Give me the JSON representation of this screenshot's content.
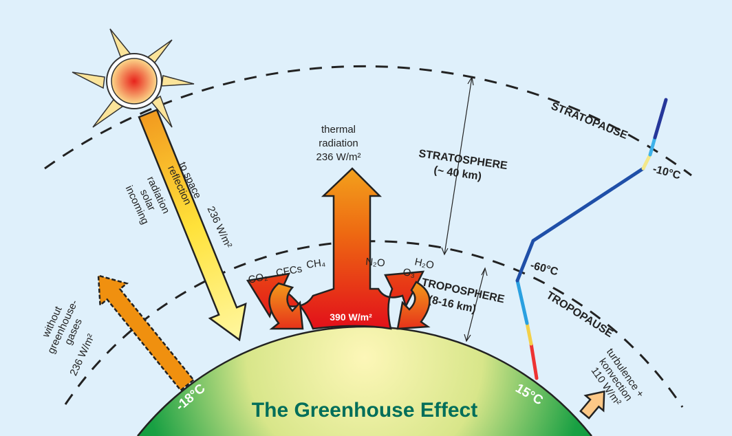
{
  "title": "The Greenhouse Effect",
  "layers": {
    "stratopause": "STRATOPAUSE",
    "stratosphere": [
      "STRATOSPHERE",
      "(~ 40 km)"
    ],
    "troposphere": [
      "TROPOSPHERE",
      "(8-16 km)"
    ],
    "tropopause": "TROPOPAUSE"
  },
  "temperatures": {
    "surface_without": "-18°C",
    "surface": "15°C",
    "tropopause": "-60°C",
    "stratopause": "-10°C"
  },
  "incoming": [
    "incoming",
    "solar",
    "radiation",
    "-",
    "reflection",
    "to space",
    "236 W/m²"
  ],
  "without_gases": [
    "without",
    "greenhouse-",
    "gases",
    "236 W/m²"
  ],
  "thermal": [
    "thermal",
    "radiation",
    "236 W/m²"
  ],
  "surface_emission": "390 W/m²",
  "gases": [
    "CO₂",
    "CFCs",
    "CH₄",
    "N₂O",
    "O₃",
    "H₂O"
  ],
  "convection": [
    "turbulence +",
    "konvection",
    "110 W/m²"
  ],
  "colors": {
    "background": "#dff0fb",
    "earth": "#0a9a3c",
    "title": "#006e5a"
  }
}
